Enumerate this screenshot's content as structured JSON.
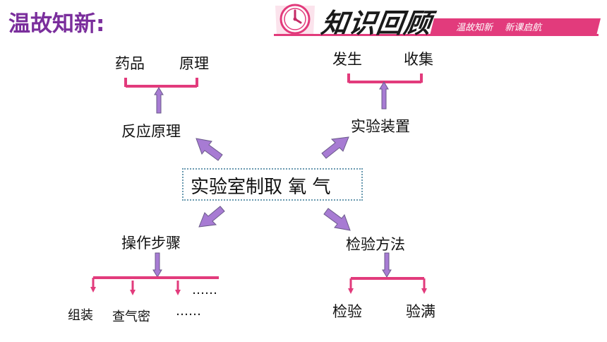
{
  "heading": "温故知新:",
  "banner": {
    "title": "知识回顾",
    "subtitle": "温故知新　 新课启航",
    "colors": {
      "accent": "#e23b7c",
      "heading": "#7a2e9c",
      "arrow": "#a77bd3"
    },
    "icon": "clock-icon"
  },
  "center": "实验室制取  氧 气",
  "branches": {
    "reaction": {
      "label": "反应原理",
      "children": [
        "药品",
        "原理"
      ]
    },
    "apparatus": {
      "label": "实验装置",
      "children": [
        "发生",
        "收集"
      ]
    },
    "steps": {
      "label": "操作步骤",
      "children": [
        "组装",
        "查气密",
        "……",
        "……"
      ]
    },
    "test": {
      "label": "检验方法",
      "children": [
        "检验",
        "验满"
      ]
    }
  }
}
